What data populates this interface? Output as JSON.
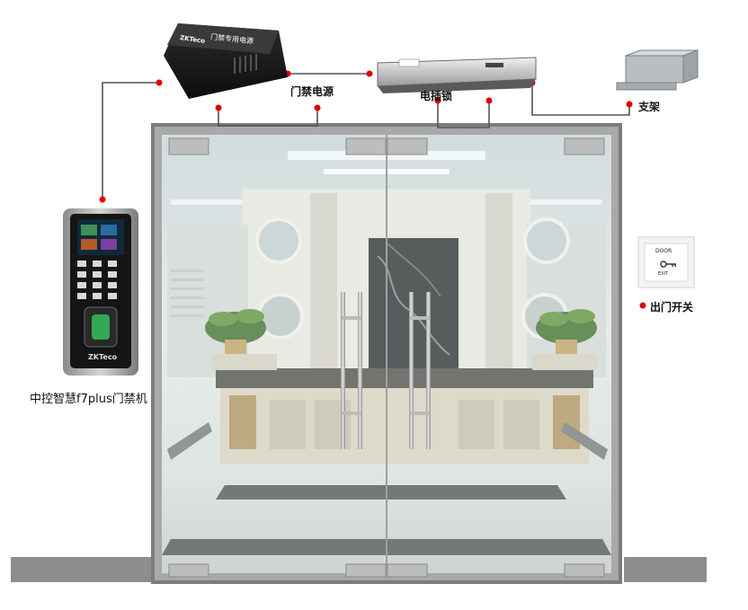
{
  "labels": {
    "power_supply": "门禁电源",
    "electric_lock": "电插锁",
    "bracket": "支架",
    "exit_switch": "出门开关",
    "terminal": "中控智慧f7plus门禁机"
  },
  "device_text": {
    "power_brand": "ZKTeco",
    "power_title": "门禁专用电源",
    "terminal_brand": "ZKTeco",
    "exit_top": "DOOR",
    "exit_bottom": "EXIT"
  },
  "colors": {
    "wire": "#555555",
    "connector_dot": "#e00000",
    "door_frame": "#8a8a8a"
  }
}
